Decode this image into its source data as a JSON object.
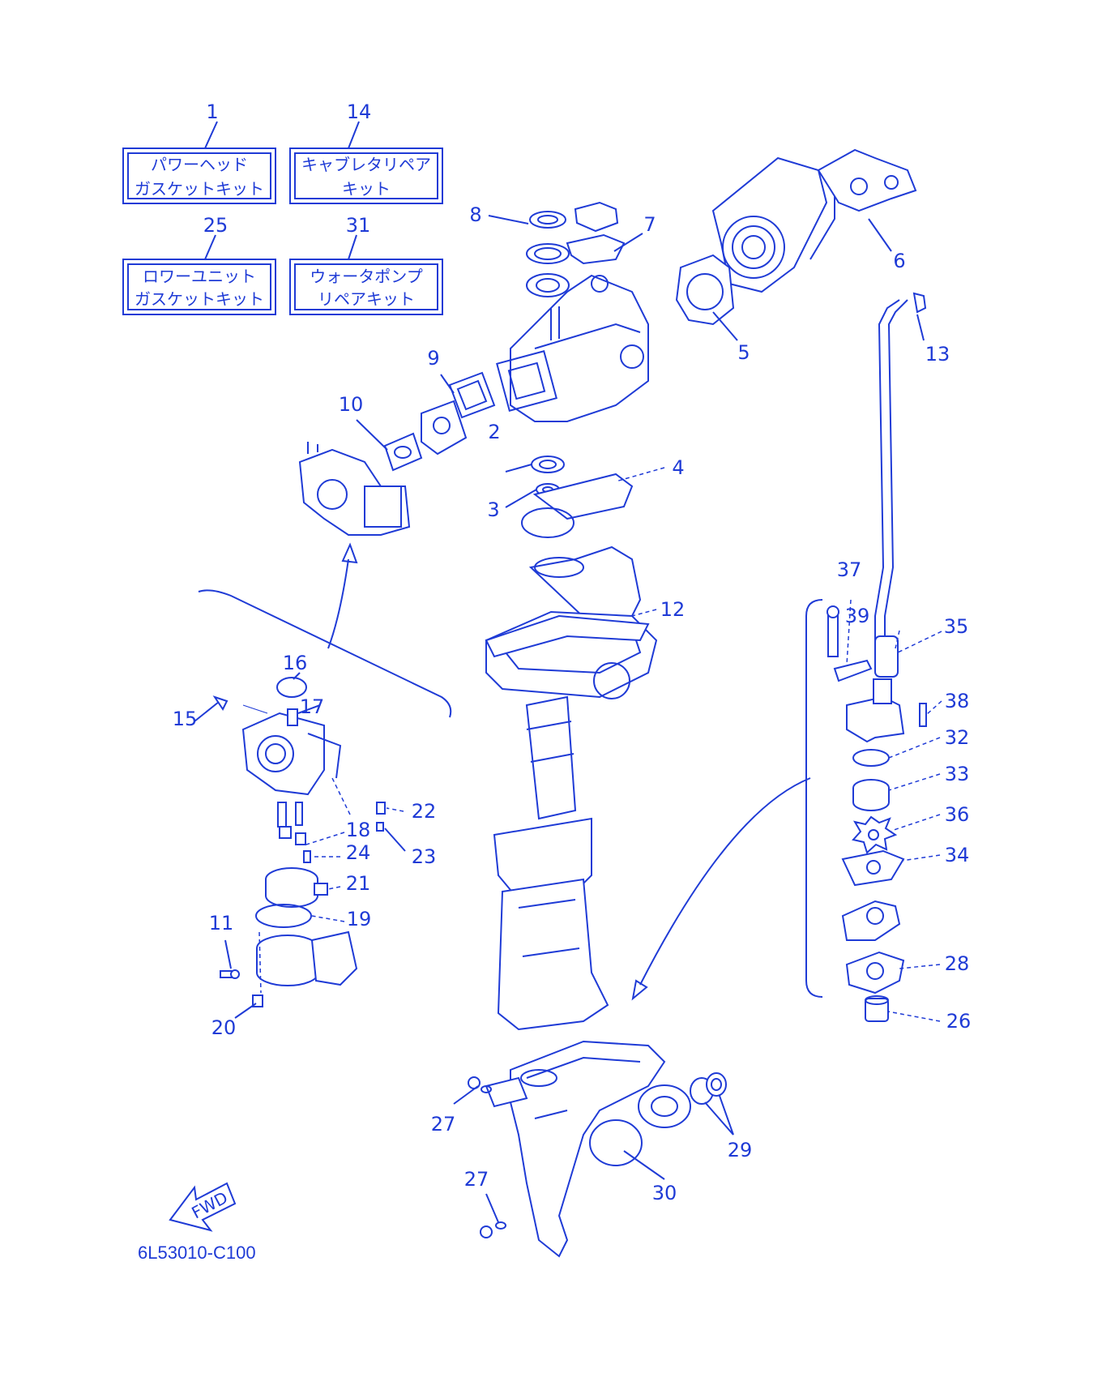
{
  "drawing_code": "6L53010-C100",
  "fwd_label": "FWD",
  "kits": [
    {
      "ref": "1",
      "line1": "パワーヘッド",
      "line2": "ガスケットキット"
    },
    {
      "ref": "14",
      "line1": "キャブレタリペア",
      "line2": "キット"
    },
    {
      "ref": "25",
      "line1": "ロワーユニット",
      "line2": "ガスケットキット"
    },
    {
      "ref": "31",
      "line1": "ウォータポンプ",
      "line2": "リペアキット"
    }
  ],
  "callouts": [
    "2",
    "3",
    "4",
    "5",
    "6",
    "7",
    "8",
    "9",
    "10",
    "11",
    "12",
    "13",
    "15",
    "16",
    "17",
    "18",
    "19",
    "20",
    "21",
    "22",
    "23",
    "24",
    "26",
    "27",
    "27",
    "28",
    "29",
    "30",
    "32",
    "33",
    "34",
    "35",
    "36",
    "37",
    "38",
    "39"
  ],
  "colors": {
    "ink": "#1f3bd6",
    "paper": "#ffffff"
  }
}
